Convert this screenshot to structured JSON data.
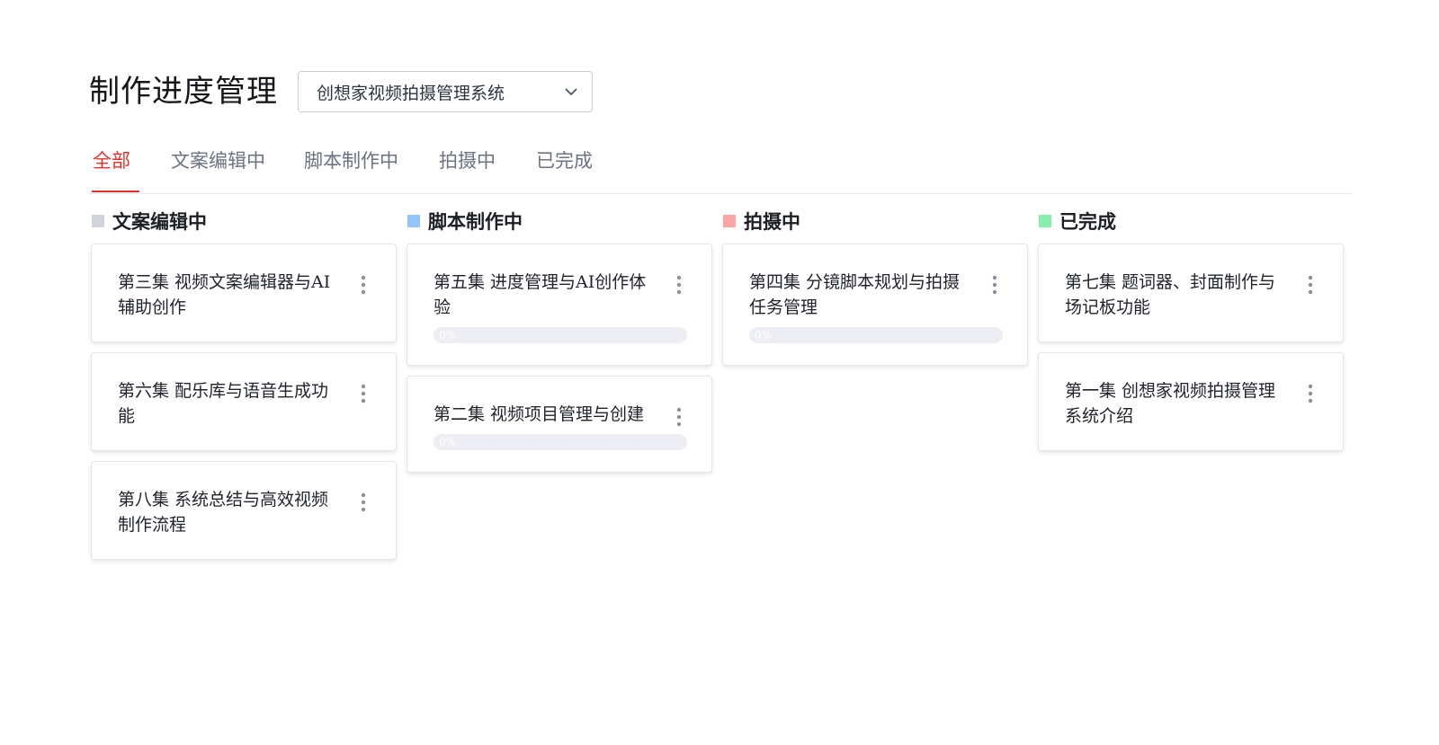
{
  "page": {
    "title": "制作进度管理"
  },
  "project_select": {
    "value": "创想家视频拍摄管理系统"
  },
  "tabs": [
    {
      "label": "全部",
      "active": true
    },
    {
      "label": "文案编辑中",
      "active": false
    },
    {
      "label": "脚本制作中",
      "active": false
    },
    {
      "label": "拍摄中",
      "active": false
    },
    {
      "label": "已完成",
      "active": false
    }
  ],
  "columns": [
    {
      "title": "文案编辑中",
      "color": "#d1d5db",
      "cards": [
        {
          "title": "第三集 视频文案编辑器与AI辅助创作"
        },
        {
          "title": "第六集 配乐库与语音生成功能"
        },
        {
          "title": "第八集 系统总结与高效视频制作流程"
        }
      ]
    },
    {
      "title": "脚本制作中",
      "color": "#93c5fd",
      "cards": [
        {
          "title": "第五集 进度管理与AI创作体验",
          "progress": 0,
          "progress_label": "0%"
        },
        {
          "title": "第二集 视频项目管理与创建",
          "progress": 0,
          "progress_label": "0%"
        }
      ]
    },
    {
      "title": "拍摄中",
      "color": "#fca5a5",
      "cards": [
        {
          "title": "第四集 分镜脚本规划与拍摄任务管理",
          "progress": 0,
          "progress_label": "0%"
        }
      ]
    },
    {
      "title": "已完成",
      "color": "#86efac",
      "cards": [
        {
          "title": "第七集 题词器、封面制作与场记板功能"
        },
        {
          "title": "第一集 创想家视频拍摄管理系统介绍"
        }
      ]
    }
  ]
}
